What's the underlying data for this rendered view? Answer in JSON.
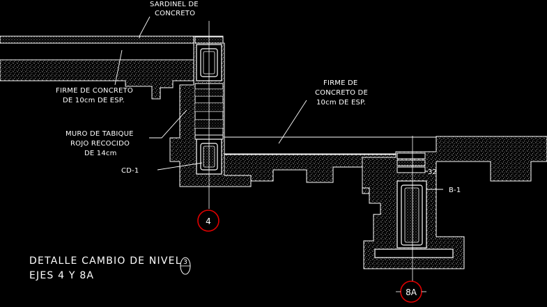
{
  "labels": {
    "sardinel": [
      "SARDINEL DE",
      "CONCRETO"
    ],
    "firme_left": [
      "FIRME DE CONCRETO",
      "DE 10cm DE ESP."
    ],
    "muro": [
      "MURO DE TABIQUE",
      "ROJO RECOCIDO",
      "DE 14cm"
    ],
    "cd1": "CD-1",
    "firme_right": [
      "FIRME DE",
      "CONCRETO DE",
      "10cm DE ESP."
    ],
    "b1": "B-1",
    "dim": "32"
  },
  "title": {
    "line1": "DETALLE CAMBIO DE NIVEL",
    "line2": "EJES 4 Y 8A",
    "number": "3"
  },
  "axes": {
    "left": "4",
    "right": "8A"
  },
  "colors": {
    "background": "#000000",
    "lines": "#ffffff",
    "axis_circle": "#e00000",
    "hatch": "#9a9a9a"
  }
}
